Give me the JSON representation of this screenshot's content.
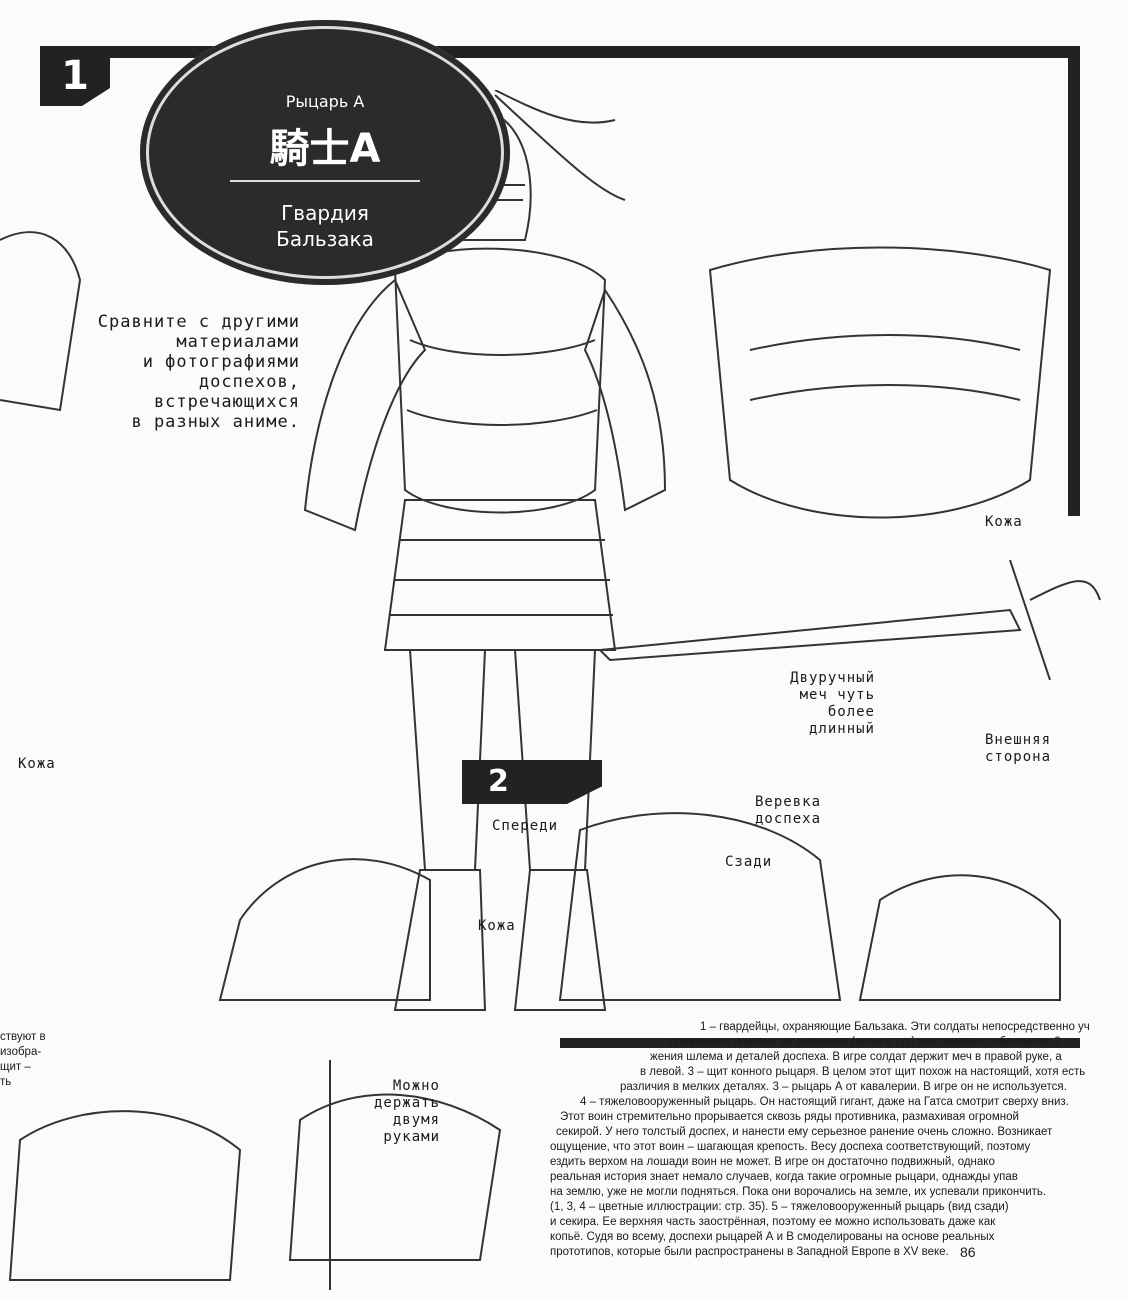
{
  "section1": {
    "number": "1"
  },
  "badge": {
    "subtitle": "Рыцарь А",
    "kanji": "騎士A",
    "title_line1": "Гвардия",
    "title_line2": "Бальзака"
  },
  "intro_lines": [
    "Сравните с другими",
    "материалами",
    "и фотографиями",
    "доспехов,",
    "встречающихся",
    "в разных аниме."
  ],
  "labels": {
    "leather_right": "Кожа",
    "leather_left": "Кожа",
    "sword_line1": "Двуручный",
    "sword_line2": "меч чуть",
    "sword_line3": "более",
    "sword_line4": "длинный",
    "outer_line1": "Внешняя",
    "outer_line2": "сторона",
    "rope_line1": "Веревка",
    "rope_line2": "доспеха",
    "front": "Спереди",
    "back": "Сзади",
    "leather_bottom": "Кожа",
    "hold_line1": "Можно",
    "hold_line2": "держать",
    "hold_line3": "двумя",
    "hold_line4": "руками"
  },
  "section2": {
    "number": "2"
  },
  "left_fragment": [
    "ствуют в",
    "изобра-",
    "щит –",
    "ть"
  ],
  "body_paragraphs": [
    "1 – гвардейцы, охраняющие Бальзака. Эти солдаты непосредственно уч",
    "сражениях, поэтому их амуниция (мечи и т.д.) максимально облегчена. 2",
    "жения шлема и деталей доспеха. В игре солдат держит меч в правой руке, а",
    "в левой. 3 – щит конного рыцаря. В целом этот щит похож на настоящий, хотя есть",
    "различия в мелких деталях. 3 – рыцарь А от кавалерии. В игре он не используется.",
    "4 – тяжеловооруженный рыцарь. Он настоящий гигант, даже на Гатса смотрит сверху вниз.",
    "Этот воин стремительно прорывается сквозь ряды противника, размахивая огромной",
    "секирой. У него толстый доспех, и нанести ему серьезное ранение очень сложно. Возникает",
    "ощущение, что этот воин – шагающая крепость. Весу доспеха соответствующий, поэтому",
    "ездить верхом на лошади воин не может. В игре он достаточно подвижный, однако",
    "реальная история знает немало случаев, когда такие огромные рыцари, однажды упав",
    "на землю, уже не могли подняться. Пока они ворочались на земле, их успевали прикончить.",
    "(1, 3, 4 – цветные иллюстрации: стр. 35). 5 – тяжеловооруженный рыцарь (вид сзади)",
    "и секира. Ее верхняя часть заострённая, поэтому ее можно использовать даже как",
    "копьё. Судя во всему, доспехи рыцарей А и В смоделированы на основе реальных",
    "прототипов, которые были распространены в Западной Европе в XV веке."
  ],
  "page_number": "86"
}
